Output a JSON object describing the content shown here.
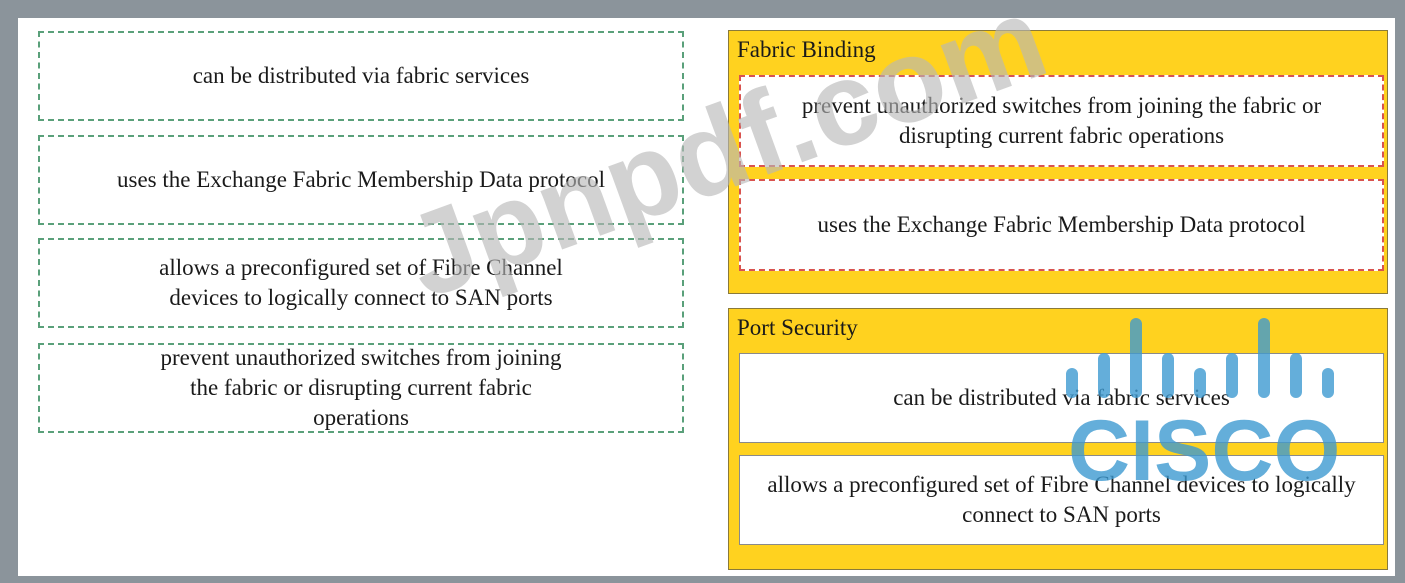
{
  "source_items": [
    "can be distributed via fabric services",
    "uses the Exchange Fabric Membership Data protocol",
    "allows a preconfigured set of Fibre Channel devices to logically connect to SAN ports",
    "prevent unauthorized switches from joining the fabric or disrupting current fabric operations"
  ],
  "groups": [
    {
      "title": "Fabric Binding",
      "items": [
        "prevent unauthorized switches from joining the fabric or disrupting current fabric operations",
        "uses the Exchange Fabric Membership Data protocol"
      ]
    },
    {
      "title": "Port Security",
      "items": [
        "can be distributed via fabric services",
        "allows a preconfigured set of Fibre Channel devices to logically connect to SAN ports"
      ]
    }
  ],
  "watermark": {
    "site": "Jpnpdf.com",
    "brand": "CISCO",
    "brand_color": "#3d9ad1"
  },
  "colors": {
    "group_fill": "#ffd21f",
    "source_border": "#5aa07a",
    "selected_border": "#d9534f"
  }
}
